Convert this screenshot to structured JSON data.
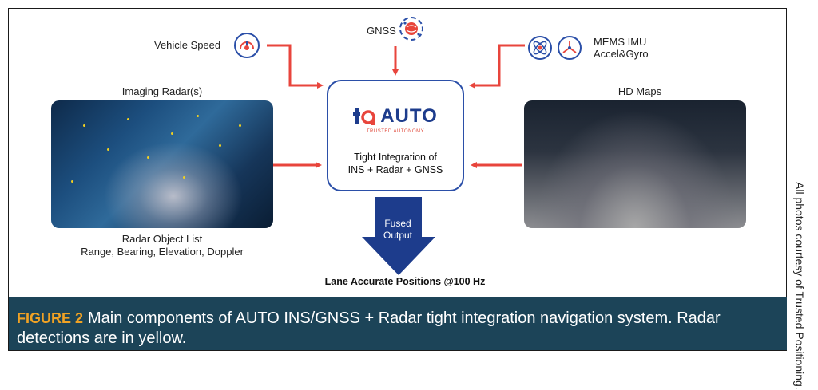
{
  "inputs": {
    "vehicle_speed": "Vehicle Speed",
    "gnss": "GNSS",
    "mems_imu_line1": "MEMS IMU",
    "mems_imu_line2": "Accel&Gyro",
    "imaging_radar": "Imaging Radar(s)",
    "hd_maps": "HD Maps"
  },
  "radar_object_list": {
    "line1": "Radar Object List",
    "line2": "Range, Bearing, Elevation, Doppler"
  },
  "center": {
    "logo_word": "AUTO",
    "logo_sub": "TRUSTED AUTONOMY",
    "line1": "Tight Integration of",
    "line2": "INS + Radar + GNSS"
  },
  "output": {
    "fused_line1": "Fused",
    "fused_line2": "Output",
    "lane": "Lane Accurate Positions @100 Hz"
  },
  "caption": {
    "label": "FIGURE 2",
    "text": "Main components of AUTO INS/GNSS + Radar tight integration navigation system. Radar detections are in yellow."
  },
  "credit": "All photos courtesy of Trusted Positioning.",
  "colors": {
    "arrow_red": "#e8453c",
    "brand_blue": "#2b4fa8",
    "output_blue": "#1d3c8c",
    "caption_bg": "#1c4458",
    "figure_label": "#f0a224"
  },
  "icons": [
    "speedometer-icon",
    "globe-network-icon",
    "gyroscope-icon",
    "accelerometer-axes-icon",
    "trusted-positioning-logo"
  ]
}
